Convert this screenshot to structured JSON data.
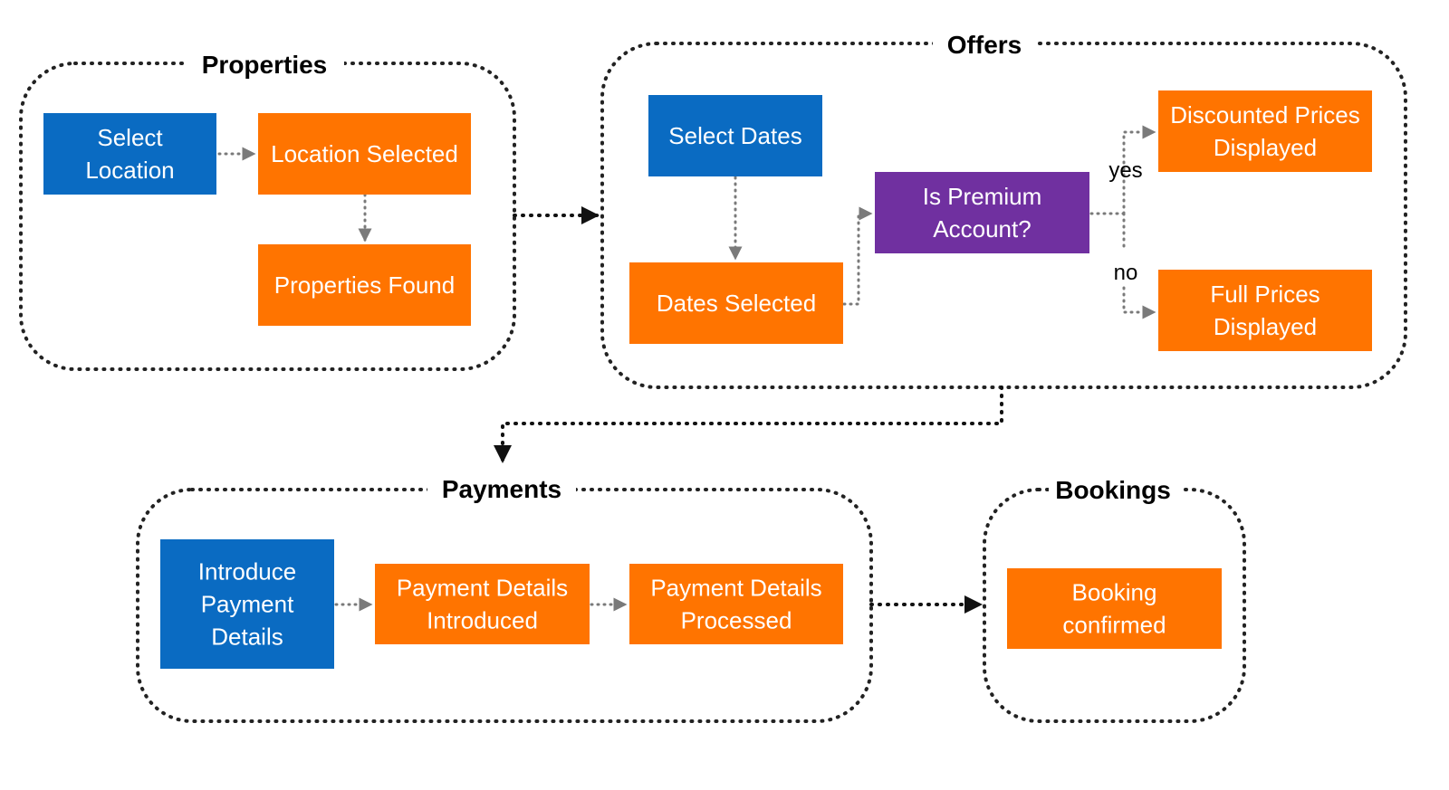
{
  "colors": {
    "command": "#0a6bc2",
    "event": "#ff7400",
    "policy": "#7030a0",
    "text_on_box": "#ffffff"
  },
  "groups": {
    "properties": {
      "title": "Properties"
    },
    "offers": {
      "title": "Offers"
    },
    "payments": {
      "title": "Payments"
    },
    "bookings": {
      "title": "Bookings"
    }
  },
  "nodes": {
    "select_location": {
      "lines": [
        "Select",
        "Location"
      ]
    },
    "location_selected": {
      "lines": [
        "Location Selected"
      ]
    },
    "properties_found": {
      "lines": [
        "Properties Found"
      ]
    },
    "select_dates": {
      "lines": [
        "Select Dates"
      ]
    },
    "dates_selected": {
      "lines": [
        "Dates Selected"
      ]
    },
    "is_premium": {
      "lines": [
        "Is Premium",
        "Account?"
      ]
    },
    "discounted_prices": {
      "lines": [
        "Discounted Prices",
        "Displayed"
      ]
    },
    "full_prices": {
      "lines": [
        "Full Prices",
        "Displayed"
      ]
    },
    "introduce_payment": {
      "lines": [
        "Introduce",
        "Payment",
        "Details"
      ]
    },
    "payment_introduced": {
      "lines": [
        "Payment Details",
        "Introduced"
      ]
    },
    "payment_processed": {
      "lines": [
        "Payment Details",
        "Processed"
      ]
    },
    "booking_confirmed": {
      "lines": [
        "Booking",
        "confirmed"
      ]
    }
  },
  "edge_labels": {
    "yes": "yes",
    "no": "no"
  }
}
